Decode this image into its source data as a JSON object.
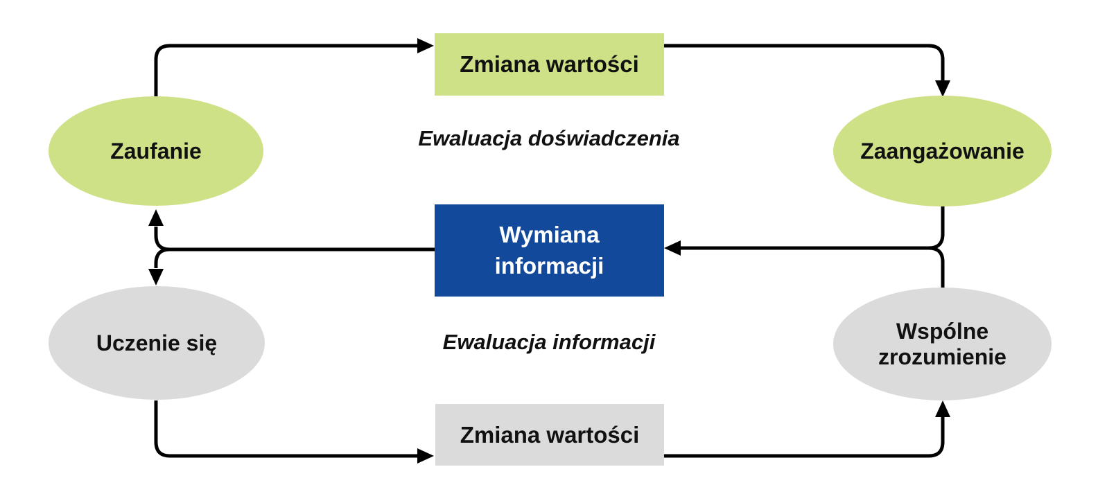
{
  "nodes": {
    "value_change_top": {
      "label": "Zmiana wartości",
      "fill": "#cfe187"
    },
    "trust": {
      "label": "Zaufanie",
      "fill": "#cfe187"
    },
    "engagement": {
      "label": "Zaangażowanie",
      "fill": "#cfe187"
    },
    "information_exchange": {
      "label": "Wymiana informacji",
      "fill": "#13499b",
      "text_color": "#ffffff"
    },
    "learning": {
      "label": "Uczenie się",
      "fill": "#dbdbdb"
    },
    "shared_understanding": {
      "label": "Wspólne zrozumienie",
      "fill": "#dbdbdb"
    },
    "value_change_bottom": {
      "label": "Zmiana wartości",
      "fill": "#dbdbdb"
    }
  },
  "annotations": {
    "experience_evaluation": "Ewaluacja doświadczenia",
    "information_evaluation": "Ewaluacja informacji"
  },
  "colors": {
    "connector": "#000000",
    "background": "#ffffff",
    "text": "#111111"
  }
}
